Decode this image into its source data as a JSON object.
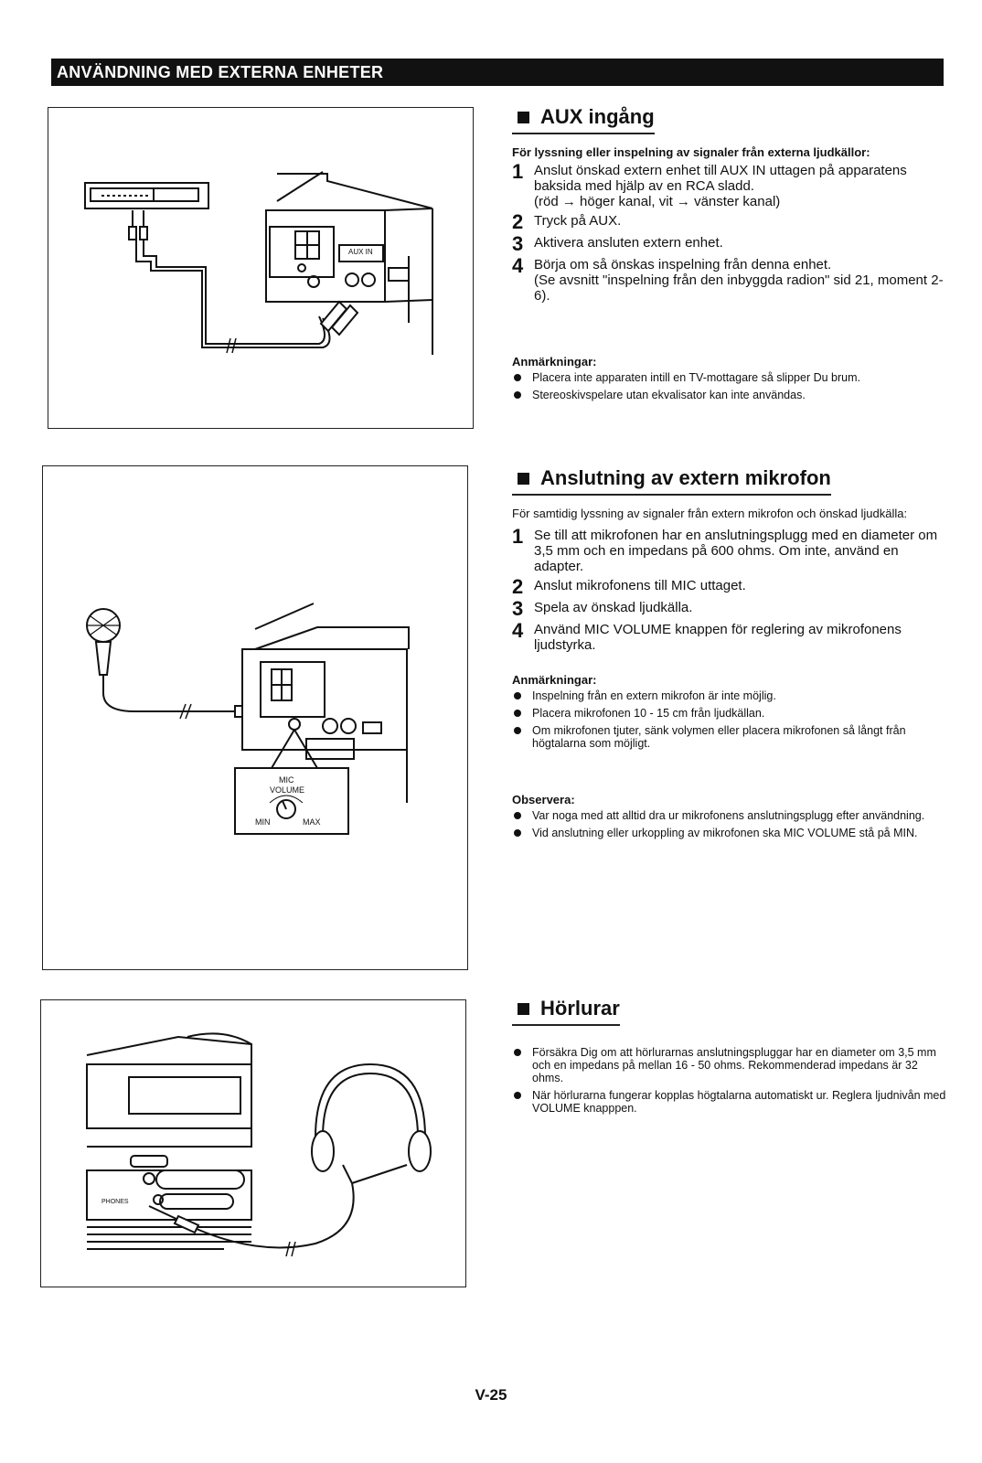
{
  "header": {
    "title": "ANVÄNDNING MED EXTERNA ENHETER"
  },
  "aux": {
    "title": "AUX ingång",
    "lead": "För lyssning eller inspelning av signaler från externa ljudkällor:",
    "steps": [
      {
        "num": "1",
        "text": "Anslut önskad extern enhet till AUX IN uttagen på apparatens baksida med hjälp av en RCA sladd."
      },
      {
        "num": "2",
        "text": "Tryck på AUX."
      },
      {
        "num": "3",
        "text": "Aktivera ansluten extern enhet."
      },
      {
        "num": "4",
        "text": "Börja om så önskas inspelning från denna enhet."
      }
    ],
    "step1_extra": "(röd → höger kanal, vit → vänster kanal)",
    "step4_extra": "(Se avsnitt \"inspelning från den inbyggda radion\" sid 21, moment 2-6).",
    "notes_title": "Anmärkningar:",
    "notes": [
      "Placera inte apparaten intill en TV-mottagare så slipper Du brum.",
      "Stereoskivspelare utan ekvalisator kan inte användas."
    ],
    "figure_label": "AUX IN"
  },
  "mic": {
    "title": "Anslutning av extern mikrofon",
    "lead": "För samtidig lyssning av signaler från extern mikrofon och önskad ljudkälla:",
    "steps": [
      {
        "num": "1",
        "text": "Se till att mikrofonen har en anslutningsplugg med en diameter om 3,5 mm och en impedans på 600 ohms. Om inte, använd en adapter."
      },
      {
        "num": "2",
        "text": "Anslut mikrofonens till MIC uttaget."
      },
      {
        "num": "3",
        "text": "Spela av önskad ljudkälla."
      },
      {
        "num": "4",
        "text": "Använd MIC VOLUME knappen för reglering av mikrofonens ljudstyrka."
      }
    ],
    "notes_title": "Anmärkningar:",
    "notes": [
      "Inspelning från en extern mikrofon är inte möjlig.",
      "Placera mikrofonen 10 - 15 cm från ljudkällan.",
      "Om mikrofonen tjuter, sänk volymen eller placera mikrofonen så långt från högtalarna som möjligt."
    ],
    "observe_title": "Observera:",
    "observe": [
      "Var noga med att alltid dra ur mikrofonens anslutningsplugg efter användning.",
      "Vid anslutning eller urkoppling av mikrofonen ska MIC VOLUME stå på MIN."
    ],
    "figure": {
      "mic": "MIC",
      "volume": "VOLUME",
      "min": "MIN",
      "max": "MAX"
    }
  },
  "phones": {
    "title": "Hörlurar",
    "bullets": [
      "Försäkra Dig om att hörlurarnas anslutningspluggar har en diameter om 3,5 mm och en impedans på mellan 16 - 50 ohms. Rekommenderad impedans är 32 ohms.",
      "När hörlurarna fungerar kopplas högtalarna automatiskt ur. Reglera ljudnivån med VOLUME knapppen."
    ],
    "figure_label": "PHONES"
  },
  "footer": {
    "page": "V-25"
  }
}
